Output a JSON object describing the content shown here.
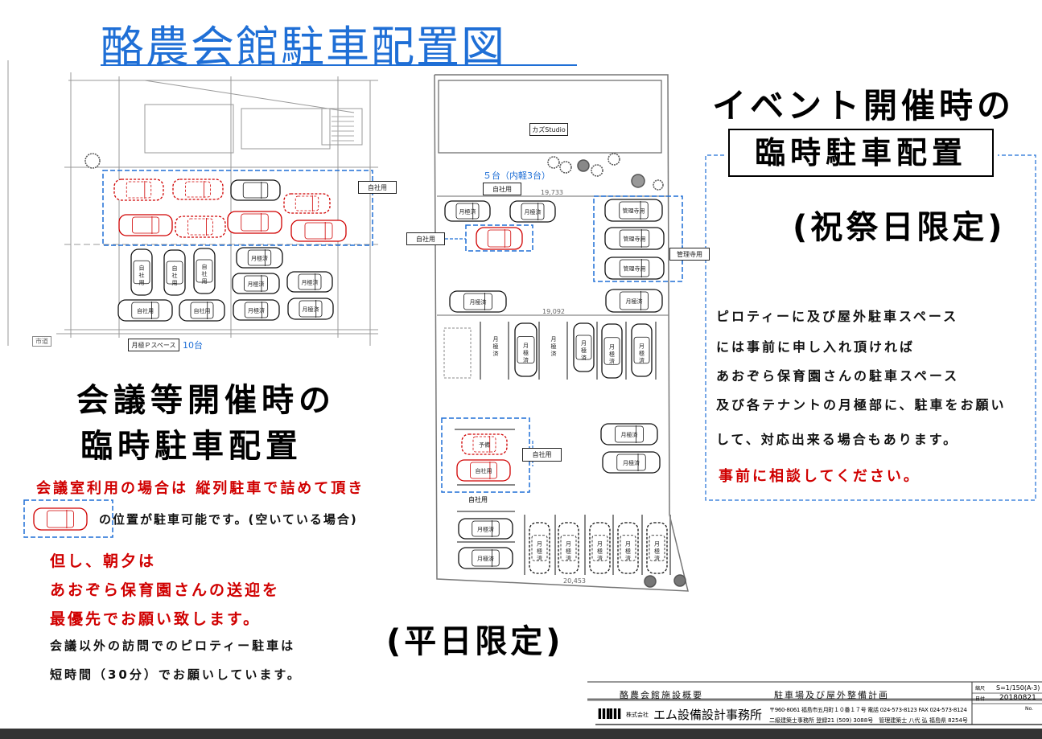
{
  "title": "酪農会館駐車配置図",
  "event_section": {
    "heading": "イベント開催時の",
    "boxed": "臨時駐車配置",
    "limit": "(祝祭日限定)",
    "lines": [
      "ピロティーに及び屋外駐車スペース",
      "には事前に申し入れ頂ければ",
      "あおぞら保育園さんの駐車スペース",
      "及び各テナントの月極部に、駐車をお願い",
      "して、対応出来る場合もあります。"
    ],
    "red_line": "事前に相談してください。"
  },
  "meeting_section": {
    "heading1": "会議等開催時の",
    "heading2": "臨時駐車配置",
    "red_line": "会議室利用の場合は 縦列駐車で詰めて頂き",
    "car_note": "の位置が駐車可能です。(空いている場合)",
    "red_lines": [
      "但し、朝夕は",
      "あおぞら保育園さんの送迎を",
      "最優先でお願い致します。"
    ],
    "black_lines": [
      "会議以外の訪問でのピロティー駐車は",
      "短時間（30分）でお願いしています。"
    ],
    "limit": "(平日限定)"
  },
  "plan_labels": {
    "own_use": "自社用",
    "monthly": "月極済",
    "manager": "管理寺用",
    "reserve": "予備",
    "monthly_p_space": "月極Ｐスペース",
    "ten_cars": "10台",
    "studio": "カズStudio",
    "five_cars": "５台（内軽3台）",
    "dim_top": "19,733",
    "dim_mid": "19,092",
    "dim_bottom": "20,453",
    "road": "市道"
  },
  "title_block": {
    "project": "酪農会館施設概要",
    "drawing": "駐車場及び屋外整備計画",
    "scale_label": "縮尺",
    "scale": "S=1/150(A-3)",
    "date_label": "日付",
    "date": "20180821",
    "no_label": "No.",
    "company_prefix": "株式会社",
    "company": "エム設備設計事務所",
    "address": "〒960-8061 福島市五月町１０番１７号 電話 024-573-8123 FAX 024-573-8124",
    "registration": "二級建築士事務所 登録21 (509) 3088号　管理建築士 八代 弘 福島県 8254号"
  },
  "colors": {
    "blue": "#1f6fd6",
    "red": "#d00000"
  }
}
